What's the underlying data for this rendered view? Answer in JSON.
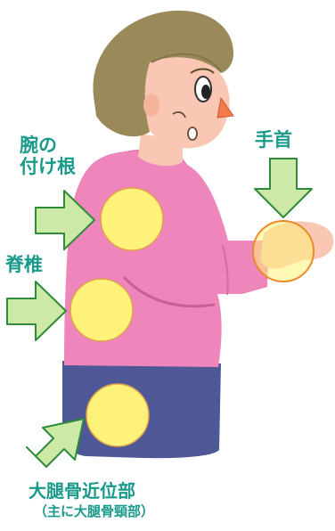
{
  "labels": {
    "wrist": "手首",
    "shoulder_line1": "腕の",
    "shoulder_line2": "付け根",
    "spine": "脊椎",
    "femur": "大腿骨近位部",
    "femur_sub": "（主に大腿骨頸部）"
  },
  "colors": {
    "label_text": "#1a9a8a",
    "arrow_fill": "#cde9a8",
    "arrow_stroke": "#2e8b3a",
    "marker_fill": "#fff27a",
    "marker_stroke": "#e88b2a",
    "sweater": "#ef86bb",
    "pants": "#4f5896",
    "hair": "#9a8a5a",
    "skin": "#f9c7b3"
  },
  "icons": {
    "arrow": "right-pointing-arrow",
    "marker": "highlight-circle"
  }
}
